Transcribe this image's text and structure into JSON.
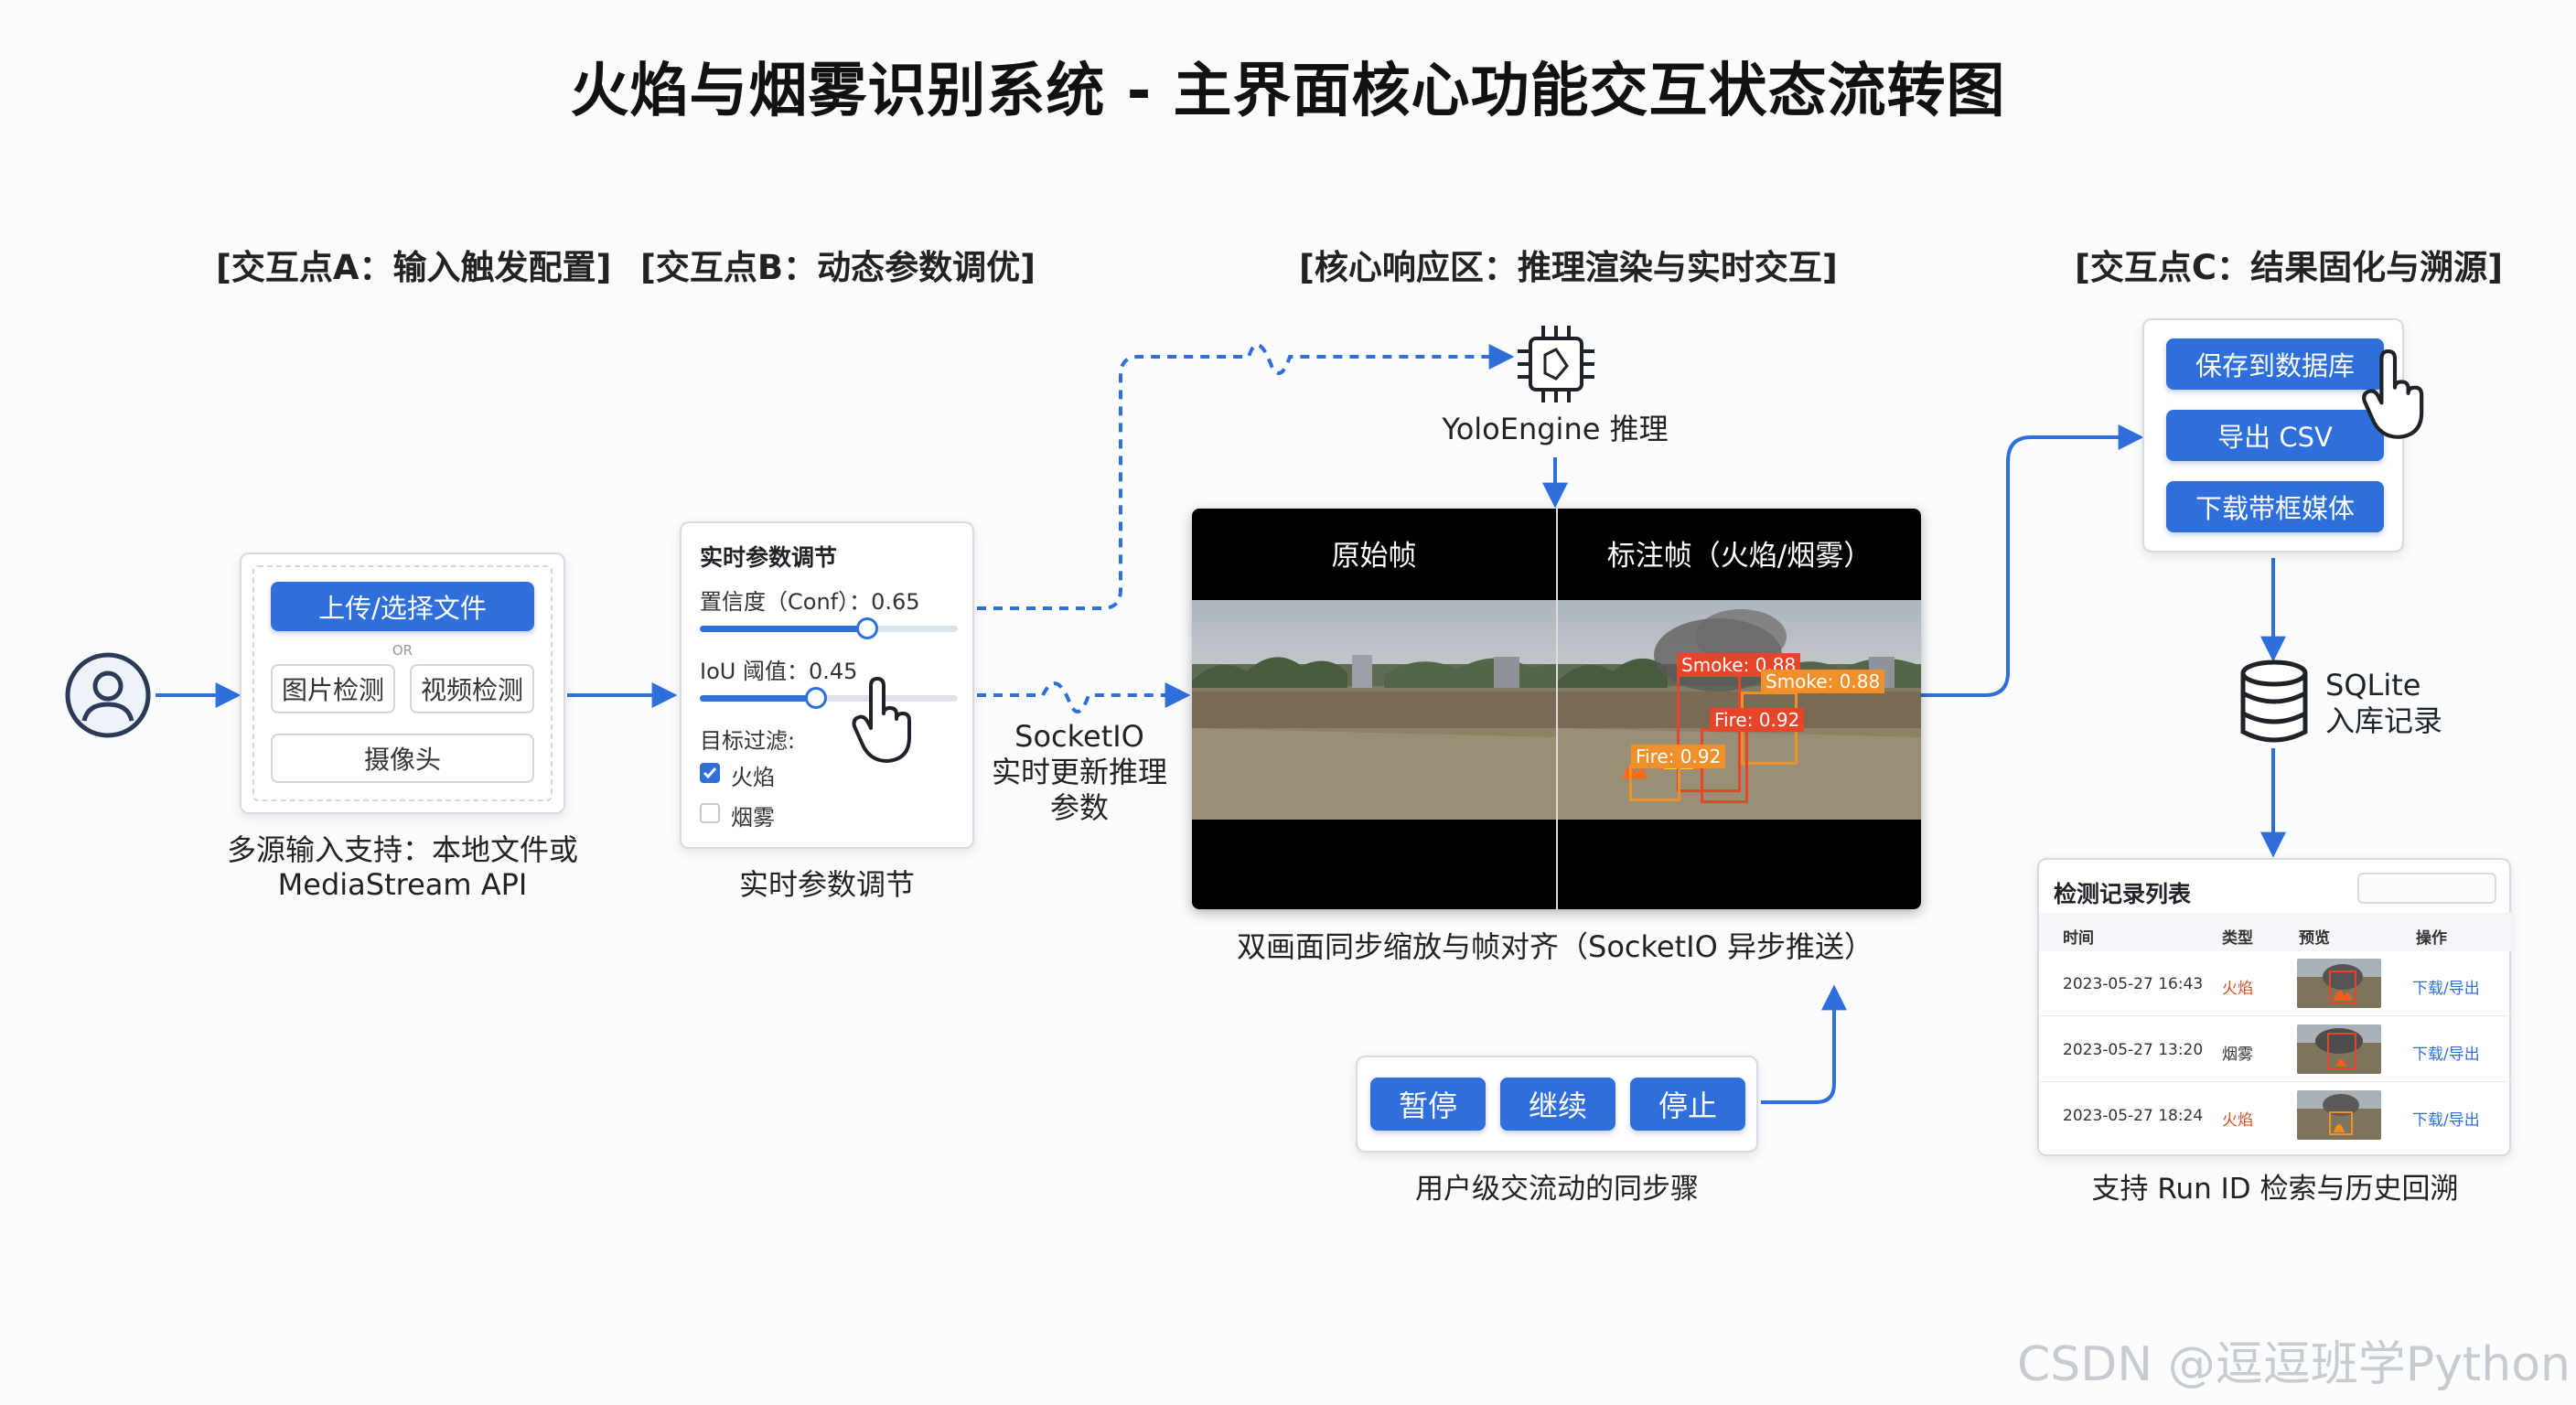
{
  "title": "火焰与烟雾识别系统 - 主界面核心功能交互状态流转图",
  "headings": {
    "a": "[交互点A：输入触发配置]",
    "b": "[交互点B：动态参数调优]",
    "core": "[核心响应区：推理渲染与实时交互]",
    "c": "[交互点C：结果固化与溯源]"
  },
  "input_panel": {
    "upload": "上传/选择文件",
    "or": "OR",
    "image_detect": "图片检测",
    "video_detect": "视频检测",
    "camera": "摄像头",
    "caption_line1": "多源输入支持：本地文件或",
    "caption_line2": "MediaStream API"
  },
  "param_panel": {
    "title": "实时参数调节",
    "conf_label": "置信度（Conf）：0.65",
    "conf_value": 0.65,
    "iou_label": "IoU 阈值：0.45",
    "iou_value": 0.45,
    "filter_label": "目标过滤:",
    "filter_fire": "火焰",
    "filter_fire_checked": true,
    "filter_smoke": "烟雾",
    "filter_smoke_checked": false,
    "caption": "实时参数调节"
  },
  "socketio": {
    "line1": "SocketIO",
    "line2": "实时更新推理",
    "line3": "参数"
  },
  "yolo": {
    "label": "YoloEngine 推理"
  },
  "viewer": {
    "left_title": "原始帧",
    "right_title": "标注帧（火焰/烟雾）",
    "caption": "双画面同步缩放与帧对齐（SocketIO 异步推送）",
    "detections": [
      {
        "label": "Smoke: 0.88",
        "class": "smoke"
      },
      {
        "label": "Smoke: 0.88",
        "class": "smoke"
      },
      {
        "label": "Fire: 0.92",
        "class": "fire"
      },
      {
        "label": "Fire: 0.92",
        "class": "fire"
      }
    ]
  },
  "controls": {
    "pause": "暂停",
    "resume": "继续",
    "stop": "停止",
    "caption": "用户级交流动的同步骤"
  },
  "results_panel": {
    "save_db": "保存到数据库",
    "export_csv": "导出 CSV",
    "download_media": "下载带框媒体"
  },
  "sqlite": {
    "line1": "SQLite",
    "line2": "入库记录"
  },
  "records": {
    "title": "检测记录列表",
    "columns": [
      "时间",
      "类型",
      "预览",
      "操作"
    ],
    "rows": [
      {
        "time": "2023-05-27 16:43",
        "type": "火焰",
        "action": "下载/导出"
      },
      {
        "time": "2023-05-27 13:20",
        "type": "烟雾",
        "action": "下载/导出"
      },
      {
        "time": "2023-05-27 18:24",
        "type": "火焰",
        "action": "下载/导出"
      }
    ],
    "caption": "支持 Run ID 检索与历史回溯"
  },
  "watermark": "CSDN @逗逗班学Python",
  "colors": {
    "accent": "#2f6fdc",
    "fire": "#e8442a",
    "smoke": "#f0902a"
  }
}
